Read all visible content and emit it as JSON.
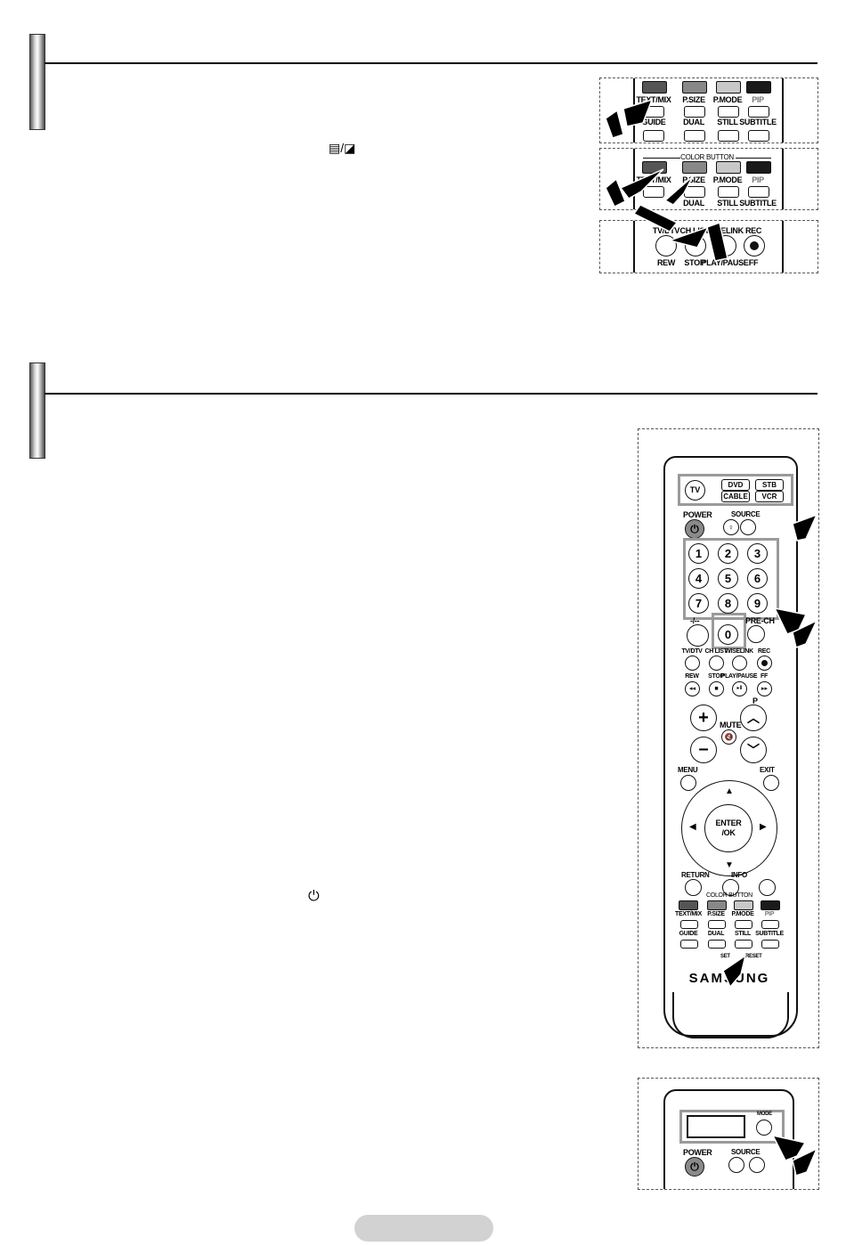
{
  "section1": {
    "text_glyph": "▤/◪"
  },
  "panel1": {
    "labels": [
      "TEXT/MIX",
      "P.SIZE",
      "P.MODE",
      "PIP",
      "GUIDE",
      "DUAL",
      "STILL",
      "SUBTITLE"
    ],
    "colors": [
      "#555555",
      "#888888",
      "#c8c8c8",
      "#1a1a1a"
    ]
  },
  "panel2": {
    "header": "COLOR BUTTON",
    "labels": [
      "TEXT/MIX",
      "P.SIZE",
      "P.MODE",
      "PIP",
      "DUAL",
      "STILL",
      "SUBTITLE"
    ],
    "colors": [
      "#555555",
      "#888888",
      "#c8c8c8",
      "#1a1a1a"
    ]
  },
  "panel3": {
    "labels": [
      "TV/DTV",
      "CH LIST",
      "WISELINK",
      "REC",
      "REW",
      "STOP",
      "PLAY/PAUSE",
      "FF"
    ]
  },
  "section2": {
    "power_glyph": "⏻"
  },
  "remote": {
    "tv": "TV",
    "devices": [
      "DVD",
      "STB",
      "CABLE",
      "VCR"
    ],
    "power": "POWER",
    "source": "SOURCE",
    "digits": [
      "1",
      "2",
      "3",
      "4",
      "5",
      "6",
      "7",
      "8",
      "9",
      "0"
    ],
    "dash": "-/--",
    "prech": "PRE-CH",
    "row_mid": [
      "TV/DTV",
      "CH LIST",
      "WISELINK",
      "REC"
    ],
    "row_play": [
      "REW",
      "STOP",
      "PLAY/PAUSE",
      "FF"
    ],
    "p": "P",
    "mute": "MUTE",
    "menu": "MENU",
    "exit": "EXIT",
    "enter": "ENTER",
    "ok": "/OK",
    "return": "RETURN",
    "info": "INFO",
    "color_button": "COLOR BUTTON",
    "bottom_row1": [
      "TEXT/MIX",
      "P.SIZE",
      "P.MODE",
      "PIP"
    ],
    "bottom_row2": [
      "GUIDE",
      "DUAL",
      "STILL",
      "SUBTITLE"
    ],
    "set": "SET",
    "reset": "RESET",
    "brand": "SAMSUNG",
    "colors": [
      "#555555",
      "#888888",
      "#c8c8c8",
      "#1a1a1a"
    ]
  },
  "panel5": {
    "mode": "MODE",
    "power": "POWER",
    "source": "SOURCE"
  }
}
